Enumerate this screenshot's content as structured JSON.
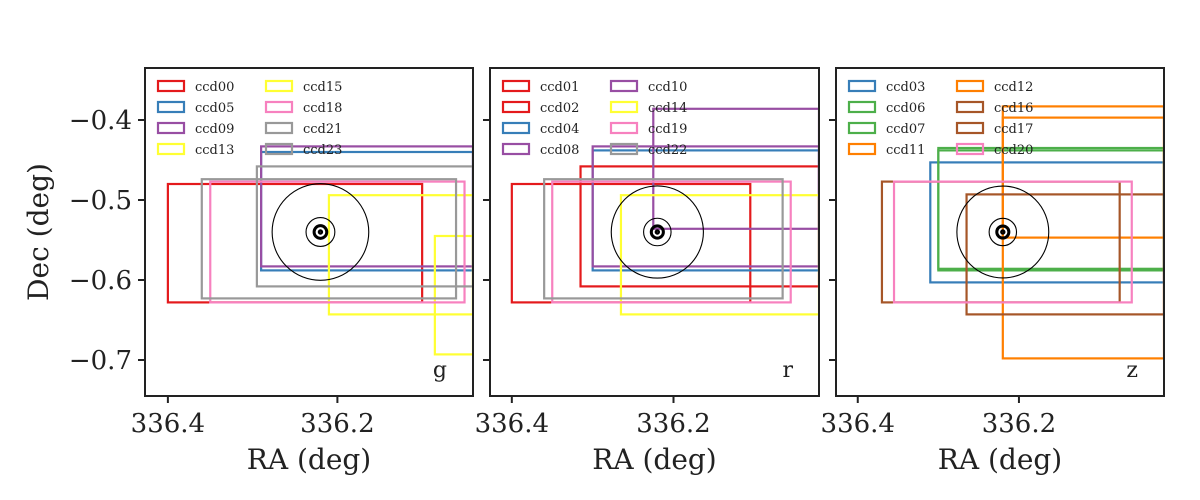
{
  "chart_data": [
    {
      "type": "rectangles",
      "band": "g",
      "xlabel": "RA (deg)",
      "ylabel": "Dec (deg)",
      "xlim": [
        336.427,
        336.04
      ],
      "ylim": [
        -0.745,
        -0.335
      ],
      "xticks": [
        336.4,
        336.2
      ],
      "xtick_labels": [
        "336.4",
        "336.2"
      ],
      "yticks": [
        -0.4,
        -0.5,
        -0.6,
        -0.7
      ],
      "ytick_labels": [
        "−0.4",
        "−0.5",
        "−0.6",
        "−0.7"
      ],
      "legend_position": "top-left",
      "ccds": [
        {
          "name": "ccd00",
          "color": "#e41a1c",
          "ra": [
            336.4,
            336.1
          ],
          "dec": [
            -0.628,
            -0.48
          ]
        },
        {
          "name": "ccd05",
          "color": "#377eb8",
          "ra": [
            336.29,
            336.04
          ],
          "dec": [
            -0.588,
            -0.44
          ]
        },
        {
          "name": "ccd09",
          "color": "#984ea3",
          "ra": [
            336.29,
            336.04
          ],
          "dec": [
            -0.583,
            -0.433
          ]
        },
        {
          "name": "ccd13",
          "color": "#ffff33",
          "ra": [
            336.085,
            336.04
          ],
          "dec": [
            -0.693,
            -0.545
          ]
        },
        {
          "name": "ccd15",
          "color": "#ffff33",
          "ra": [
            336.21,
            336.04
          ],
          "dec": [
            -0.643,
            -0.494
          ]
        },
        {
          "name": "ccd18",
          "color": "#f781bf",
          "ra": [
            336.35,
            336.05
          ],
          "dec": [
            -0.628,
            -0.477
          ]
        },
        {
          "name": "ccd21",
          "color": "#999999",
          "ra": [
            336.36,
            336.06
          ],
          "dec": [
            -0.623,
            -0.474
          ]
        },
        {
          "name": "ccd23",
          "color": "#999999",
          "ra": [
            336.295,
            336.04
          ],
          "dec": [
            -0.608,
            -0.458
          ]
        }
      ],
      "circles": [
        {
          "ra": 336.22,
          "dec": -0.54,
          "r": 0.0005
        },
        {
          "ra": 336.22,
          "dec": -0.54,
          "r": 0.0075
        },
        {
          "ra": 336.22,
          "dec": -0.54,
          "r": 0.017
        },
        {
          "ra": 336.22,
          "dec": -0.54,
          "r": 0.057
        }
      ]
    },
    {
      "type": "rectangles",
      "band": "r",
      "xlabel": "RA (deg)",
      "ylabel": "",
      "xlim": [
        336.427,
        336.02
      ],
      "ylim": [
        -0.745,
        -0.335
      ],
      "xticks": [
        336.4,
        336.2
      ],
      "xtick_labels": [
        "336.4",
        "336.2"
      ],
      "yticks": [
        -0.4,
        -0.5,
        -0.6,
        -0.7
      ],
      "ytick_labels": [],
      "legend_position": "top-left",
      "ccds": [
        {
          "name": "ccd01",
          "color": "#e41a1c",
          "ra": [
            336.4,
            336.105
          ],
          "dec": [
            -0.628,
            -0.48
          ]
        },
        {
          "name": "ccd02",
          "color": "#e41a1c",
          "ra": [
            336.315,
            336.02
          ],
          "dec": [
            -0.608,
            -0.458
          ]
        },
        {
          "name": "ccd04",
          "color": "#377eb8",
          "ra": [
            336.3,
            336.02
          ],
          "dec": [
            -0.588,
            -0.438
          ]
        },
        {
          "name": "ccd08",
          "color": "#984ea3",
          "ra": [
            336.3,
            336.02
          ],
          "dec": [
            -0.583,
            -0.433
          ]
        },
        {
          "name": "ccd10",
          "color": "#984ea3",
          "ra": [
            336.225,
            336.02
          ],
          "dec": [
            -0.536,
            -0.386
          ]
        },
        {
          "name": "ccd14",
          "color": "#ffff33",
          "ra": [
            336.265,
            336.02
          ],
          "dec": [
            -0.643,
            -0.494
          ]
        },
        {
          "name": "ccd19",
          "color": "#f781bf",
          "ra": [
            336.35,
            336.055
          ],
          "dec": [
            -0.628,
            -0.477
          ]
        },
        {
          "name": "ccd22",
          "color": "#999999",
          "ra": [
            336.36,
            336.065
          ],
          "dec": [
            -0.623,
            -0.474
          ]
        }
      ],
      "circles": [
        {
          "ra": 336.22,
          "dec": -0.54,
          "r": 0.0005
        },
        {
          "ra": 336.22,
          "dec": -0.54,
          "r": 0.0075
        },
        {
          "ra": 336.22,
          "dec": -0.54,
          "r": 0.017
        },
        {
          "ra": 336.22,
          "dec": -0.54,
          "r": 0.057
        }
      ]
    },
    {
      "type": "rectangles",
      "band": "z",
      "xlabel": "RA (deg)",
      "ylabel": "",
      "xlim": [
        336.427,
        336.02
      ],
      "ylim": [
        -0.745,
        -0.335
      ],
      "xticks": [
        336.4,
        336.2
      ],
      "xtick_labels": [
        "336.4",
        "336.2"
      ],
      "yticks": [
        -0.4,
        -0.5,
        -0.6,
        -0.7
      ],
      "ytick_labels": [],
      "legend_position": "top-left",
      "ccds": [
        {
          "name": "ccd03",
          "color": "#377eb8",
          "ra": [
            336.31,
            336.02
          ],
          "dec": [
            -0.603,
            -0.453
          ]
        },
        {
          "name": "ccd06",
          "color": "#4daf4a",
          "ra": [
            336.3,
            336.02
          ],
          "dec": [
            -0.588,
            -0.438
          ]
        },
        {
          "name": "ccd07",
          "color": "#4daf4a",
          "ra": [
            336.3,
            336.02
          ],
          "dec": [
            -0.586,
            -0.435
          ]
        },
        {
          "name": "ccd11",
          "color": "#ff7f00",
          "ra": [
            336.22,
            336.02
          ],
          "dec": [
            -0.547,
            -0.397
          ]
        },
        {
          "name": "ccd12",
          "color": "#ff7f00",
          "ra": [
            336.22,
            336.02
          ],
          "dec": [
            -0.698,
            -0.383
          ]
        },
        {
          "name": "ccd16",
          "color": "#a65628",
          "ra": [
            336.37,
            336.075
          ],
          "dec": [
            -0.628,
            -0.477
          ]
        },
        {
          "name": "ccd17",
          "color": "#a65628",
          "ra": [
            336.265,
            336.02
          ],
          "dec": [
            -0.643,
            -0.493
          ]
        },
        {
          "name": "ccd20",
          "color": "#f781bf",
          "ra": [
            336.355,
            336.06
          ],
          "dec": [
            -0.628,
            -0.477
          ]
        }
      ],
      "circles": [
        {
          "ra": 336.22,
          "dec": -0.54,
          "r": 0.0005
        },
        {
          "ra": 336.22,
          "dec": -0.54,
          "r": 0.0075
        },
        {
          "ra": 336.22,
          "dec": -0.54,
          "r": 0.017
        },
        {
          "ra": 336.22,
          "dec": -0.54,
          "r": 0.057
        }
      ]
    }
  ]
}
